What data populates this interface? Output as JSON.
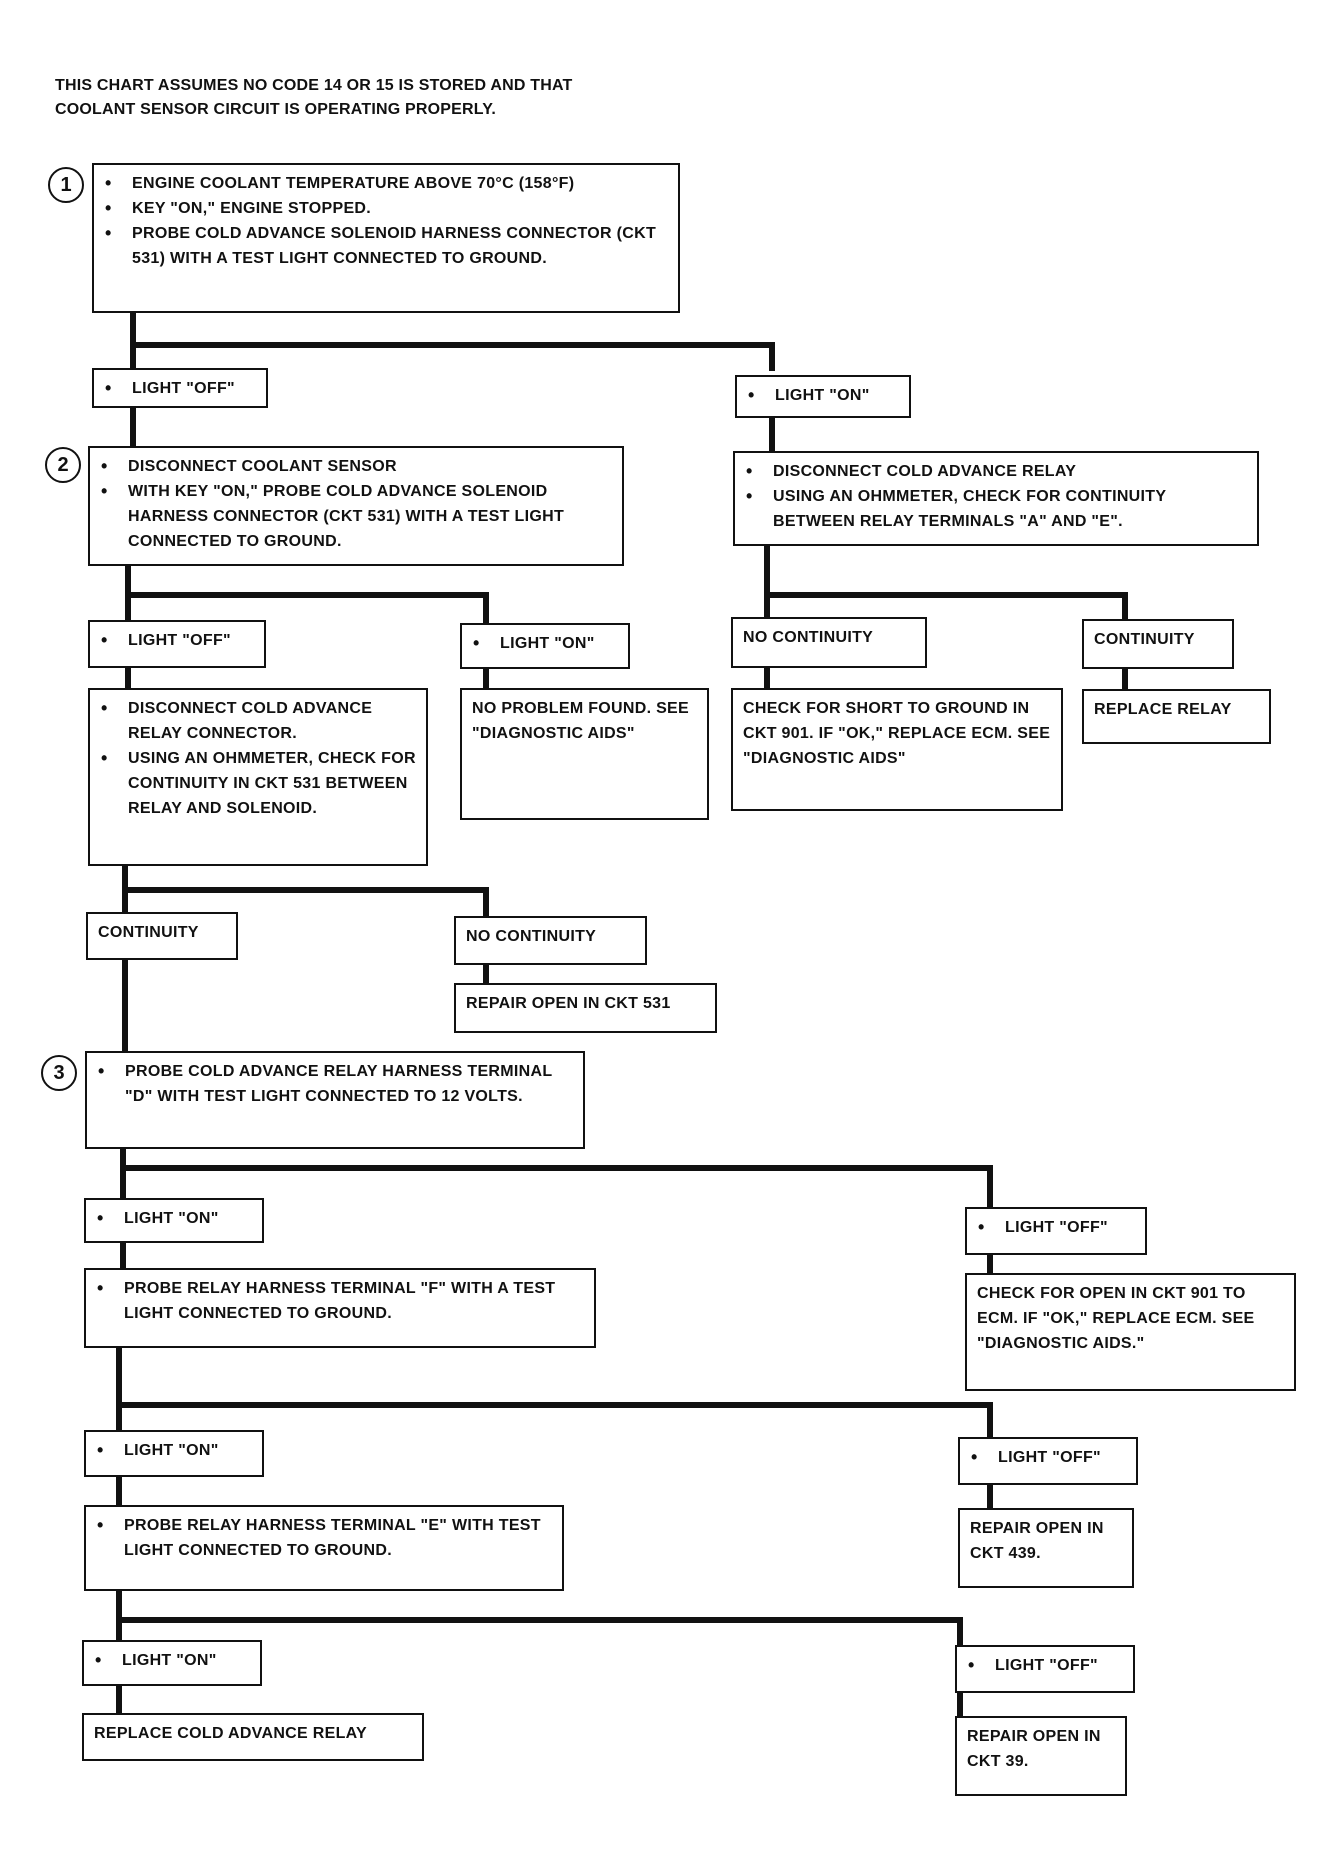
{
  "intro": {
    "line1": "THIS CHART ASSUMES NO CODE 14 OR 15 IS STORED AND THAT",
    "line2": "COOLANT SENSOR CIRCUIT IS OPERATING PROPERLY."
  },
  "steps": {
    "s1": "1",
    "s2": "2",
    "s3": "3"
  },
  "box1": [
    "ENGINE COOLANT TEMPERATURE ABOVE 70°C (158°F)",
    "KEY \"ON,\" ENGINE STOPPED.",
    "PROBE COLD ADVANCE SOLENOID HARNESS CONNECTOR (CKT 531) WITH A TEST LIGHT CONNECTED TO GROUND."
  ],
  "light_off": "LIGHT \"OFF\"",
  "light_on": "LIGHT \"ON\"",
  "box2": [
    "DISCONNECT COOLANT SENSOR",
    "WITH KEY \"ON,\" PROBE COLD ADVANCE SOLENOID HARNESS CONNECTOR (CKT 531) WITH A TEST LIGHT CONNECTED TO GROUND."
  ],
  "box_relay": [
    "DISCONNECT COLD ADVANCE RELAY",
    "USING AN OHMMETER, CHECK FOR CONTINUITY BETWEEN RELAY TERMINALS \"A\" AND \"E\"."
  ],
  "no_continuity": "NO CONTINUITY",
  "continuity": "CONTINUITY",
  "short_check": "CHECK FOR SHORT TO GROUND IN CKT 901. IF \"OK,\" REPLACE ECM. SEE \"DIAGNOSTIC AIDS\"",
  "replace_relay": "REPLACE RELAY",
  "no_problem": "NO PROBLEM FOUND. SEE \"DIAGNOSTIC AIDS\"",
  "box_disc_conn": [
    "DISCONNECT COLD ADVANCE RELAY CONNECTOR.",
    "USING AN OHMMETER, CHECK FOR CONTINUITY IN CKT 531 BETWEEN RELAY AND SOLENOID."
  ],
  "repair_531": "REPAIR OPEN IN CKT 531",
  "box3": [
    "PROBE COLD ADVANCE RELAY HARNESS TERMINAL \"D\" WITH TEST LIGHT CONNECTED TO 12 VOLTS."
  ],
  "box_f": [
    "PROBE RELAY HARNESS TERMINAL \"F\" WITH A TEST LIGHT CONNECTED TO GROUND."
  ],
  "check_901": "CHECK FOR OPEN IN CKT 901 TO ECM. IF \"OK,\" REPLACE ECM. SEE \"DIAGNOSTIC AIDS.\"",
  "box_e": [
    "PROBE RELAY HARNESS TERMINAL \"E\" WITH TEST LIGHT CONNECTED TO GROUND."
  ],
  "repair_439": "REPAIR OPEN IN CKT 439.",
  "replace_cold_relay": "REPLACE COLD ADVANCE RELAY",
  "repair_39": "REPAIR OPEN IN CKT 39."
}
